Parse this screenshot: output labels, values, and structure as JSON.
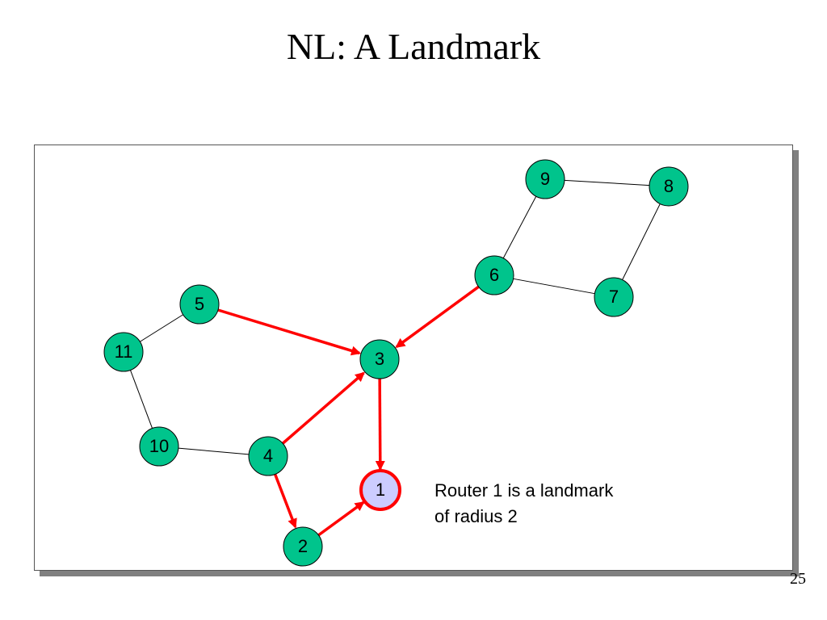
{
  "slide": {
    "title": "NL: A Landmark",
    "page_number": "25"
  },
  "caption": {
    "line1": "Router 1 is a landmark",
    "line2": "of radius 2"
  },
  "colors": {
    "node_fill": "#00c48c",
    "landmark_fill": "#ccccff",
    "landmark_stroke": "#ff0000",
    "arrow": "#ff0000",
    "edge": "#000000"
  },
  "nodes": [
    {
      "id": "1",
      "label": "1",
      "landmark": true
    },
    {
      "id": "2",
      "label": "2"
    },
    {
      "id": "3",
      "label": "3"
    },
    {
      "id": "4",
      "label": "4"
    },
    {
      "id": "5",
      "label": "5"
    },
    {
      "id": "6",
      "label": "6"
    },
    {
      "id": "7",
      "label": "7"
    },
    {
      "id": "8",
      "label": "8"
    },
    {
      "id": "9",
      "label": "9"
    },
    {
      "id": "10",
      "label": "10"
    },
    {
      "id": "11",
      "label": "11"
    }
  ],
  "edges": [
    {
      "from": "9",
      "to": "8",
      "directed": false
    },
    {
      "from": "8",
      "to": "7",
      "directed": false
    },
    {
      "from": "9",
      "to": "6",
      "directed": false
    },
    {
      "from": "6",
      "to": "7",
      "directed": false
    },
    {
      "from": "5",
      "to": "11",
      "directed": false
    },
    {
      "from": "11",
      "to": "10",
      "directed": false
    },
    {
      "from": "10",
      "to": "4",
      "directed": false
    },
    {
      "from": "5",
      "to": "3",
      "directed": true
    },
    {
      "from": "6",
      "to": "3",
      "directed": true
    },
    {
      "from": "4",
      "to": "3",
      "directed": true
    },
    {
      "from": "3",
      "to": "1",
      "directed": true
    },
    {
      "from": "4",
      "to": "2",
      "directed": true
    },
    {
      "from": "2",
      "to": "1",
      "directed": true
    }
  ]
}
